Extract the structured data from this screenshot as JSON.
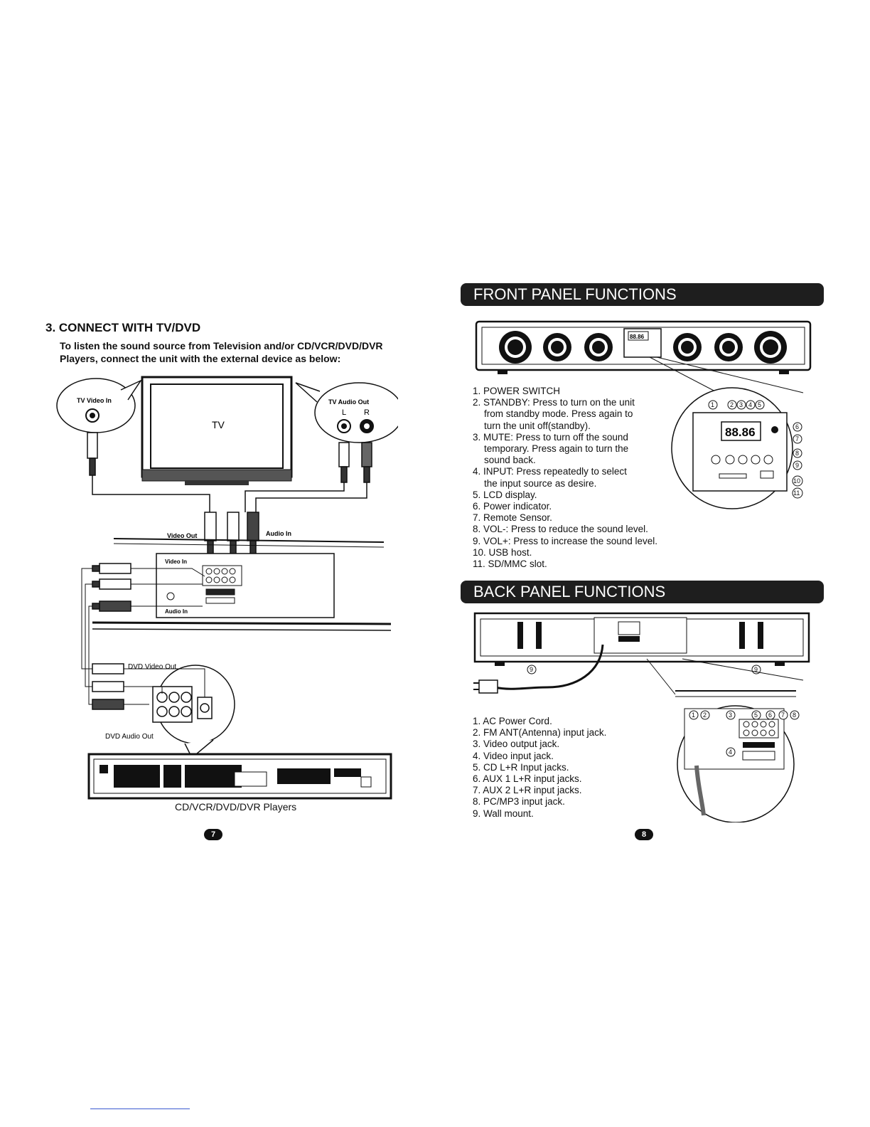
{
  "left": {
    "section_title": "3. CONNECT WITH TV/DVD",
    "intro_line1": "To listen the sound source from Television and/or CD/VCR/DVD/DVR",
    "intro_line2": "Players, connect the unit with the external device as below:",
    "labels": {
      "tv": "TV",
      "tv_video_in": "TV Video In",
      "tv_audio_out": "TV Audio Out",
      "left": "L",
      "right": "R",
      "video_out": "Video Out",
      "audio_in": "Audio In",
      "video_in": "Video In",
      "audio_in_panel": "Audio In",
      "dvd_video_out": "DVD Video Out",
      "dvd_audio_out": "DVD Audio Out"
    },
    "caption": "CD/VCR/DVD/DVR Players",
    "page_number": "7"
  },
  "right": {
    "front_banner": "FRONT PANEL FUNCTIONS",
    "front_items": [
      {
        "num": "1.",
        "line1": "POWER SWITCH"
      },
      {
        "num": "2.",
        "line1": "STANDBY: Press to turn on the unit",
        "line2": "from standby mode. Press again to",
        "line3": "turn the unit off(standby)."
      },
      {
        "num": "3.",
        "line1": "MUTE: Press to turn off the sound",
        "line2": "temporary. Press again to turn the",
        "line3": "sound back."
      },
      {
        "num": "4.",
        "line1": "INPUT: Press repeatedly to select",
        "line2": "the input source as desire."
      },
      {
        "num": "5.",
        "line1": "LCD display."
      },
      {
        "num": "6.",
        "line1": "Power indicator."
      },
      {
        "num": "7.",
        "line1": "Remote Sensor."
      },
      {
        "num": "8.",
        "line1": "VOL-: Press to reduce the sound level."
      },
      {
        "num": "9.",
        "line1": "VOL+: Press to increase the sound level."
      },
      {
        "num": "10.",
        "line1": "USB host."
      },
      {
        "num": "11.",
        "line1": "SD/MMC slot."
      }
    ],
    "front_display": "88.86",
    "back_banner": "BACK PANEL FUNCTIONS",
    "back_items": [
      {
        "num": "1.",
        "line1": "AC Power Cord."
      },
      {
        "num": "2.",
        "line1": "FM ANT(Antenna) input jack."
      },
      {
        "num": "3.",
        "line1": "Video output jack."
      },
      {
        "num": "4.",
        "line1": "Video input jack."
      },
      {
        "num": "5.",
        "line1": "CD L+R Input jacks."
      },
      {
        "num": "6.",
        "line1": "AUX 1 L+R input jacks."
      },
      {
        "num": "7.",
        "line1": "AUX 2 L+R input jacks."
      },
      {
        "num": "8.",
        "line1": "PC/MP3 input jack."
      },
      {
        "num": "9.",
        "line1": "Wall mount."
      }
    ],
    "callouts_front": [
      "1",
      "2",
      "3",
      "4",
      "5",
      "6",
      "7",
      "8",
      "9",
      "10",
      "11"
    ],
    "callouts_back": [
      "1",
      "2",
      "3",
      "4",
      "5",
      "6",
      "7",
      "8",
      "9"
    ],
    "page_number": "8"
  }
}
